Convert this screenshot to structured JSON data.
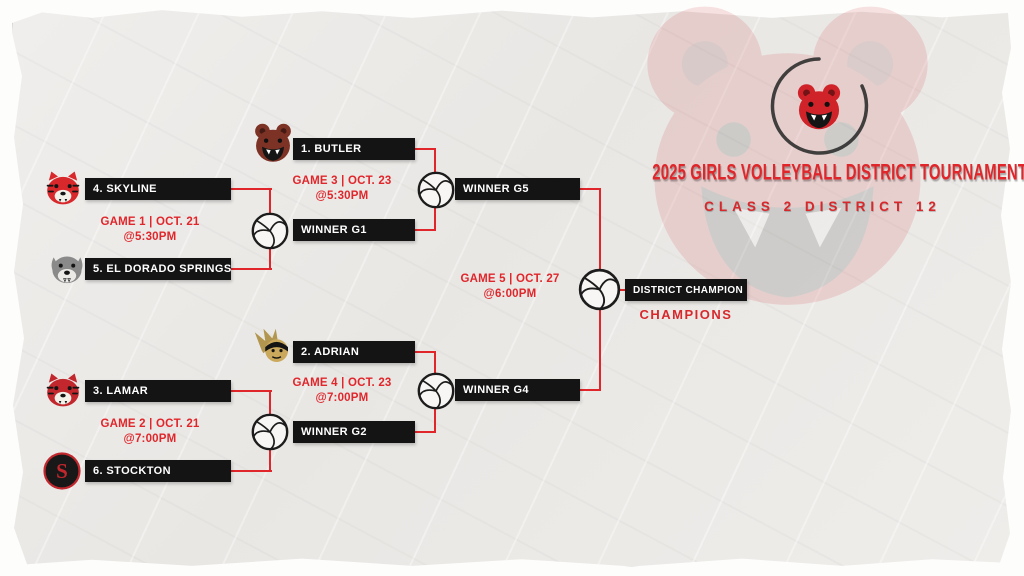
{
  "header": {
    "title": "2025 GIRLS VOLLEYBALL DISTRICT TOURNAMENT",
    "subtitle": "CLASS 2 DISTRICT 12"
  },
  "colors": {
    "accent_red": "#e0262b",
    "box_black": "#141414",
    "box_text": "#ffffff",
    "paper": "#edebe8"
  },
  "bracket": {
    "top_quarterfinal": {
      "team1": "4. SKYLINE",
      "game_label": "GAME 1 | OCT. 21",
      "game_time": "@5:30PM",
      "team2": "5. EL DORADO SPRINGS"
    },
    "top_semifinal": {
      "team1": "1. BUTLER",
      "game_label": "GAME 3 | OCT. 23",
      "game_time": "@5:30PM",
      "team2": "WINNER G1",
      "winner": "WINNER G5"
    },
    "bottom_quarterfinal": {
      "team1": "3. LAMAR",
      "game_label": "GAME 2 | OCT. 21",
      "game_time": "@7:00PM",
      "team2": "6. STOCKTON"
    },
    "bottom_semifinal": {
      "team1": "2. ADRIAN",
      "game_label": "GAME 4 | OCT. 23",
      "game_time": "@7:00PM",
      "team2": "WINNER G2",
      "winner": "WINNER G4"
    },
    "final": {
      "game_label": "GAME 5 | OCT. 27",
      "game_time": "@6:00PM",
      "champion_box": "DISTRICT CHAMPION",
      "caption": "CHAMPIONS"
    }
  },
  "icons": {
    "junction": "volleyball-icon",
    "header_logo": "bear-circle-logo",
    "watermark": "bear-watermark",
    "butler": "bear-mascot-icon",
    "skyline": "tiger-mascot-icon",
    "el_dorado_springs": "bulldog-mascot-icon",
    "adrian": "chief-mascot-icon",
    "lamar": "tiger-mascot-icon",
    "stockton": "tiger-badge-icon"
  }
}
